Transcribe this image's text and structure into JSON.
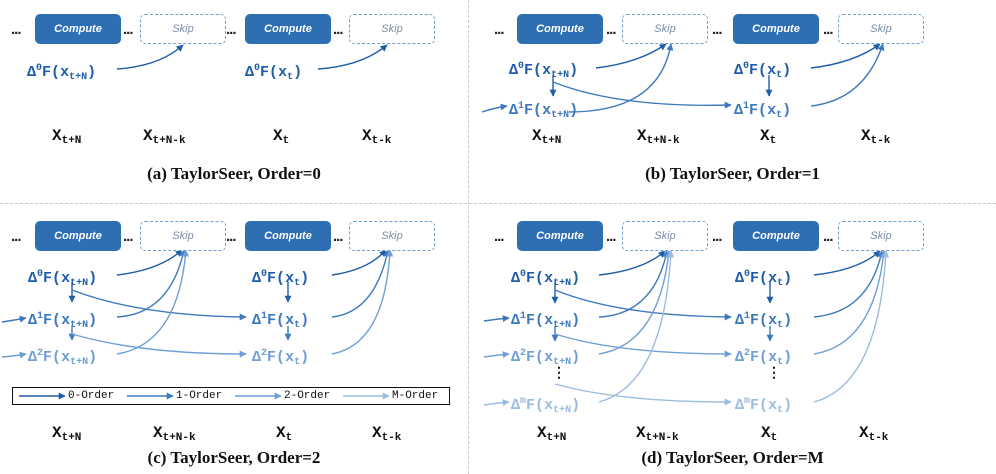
{
  "labels": {
    "compute": "Compute",
    "skip": "Skip",
    "ellipsis": "...",
    "vertical_ellipsis": "⋮"
  },
  "symbols": {
    "delta": "Δ",
    "F": "F",
    "open": "(",
    "x": "x",
    "close": ")",
    "X": "X"
  },
  "orders": {
    "o0": "0",
    "o1": "1",
    "o2": "2",
    "oM": "m"
  },
  "subscripts": {
    "t_plus_n": "t+N",
    "t": "t",
    "t_plus_n_minus_k": "t+N-k",
    "t_minus_k": "t-k"
  },
  "captions": {
    "a": "(a) TaylorSeer, Order=0",
    "b": "(b) TaylorSeer, Order=1",
    "c": "(c) TaylorSeer, Order=2",
    "d": "(d) TaylorSeer, Order=M"
  },
  "legend": [
    {
      "label": "0-Order",
      "color": "#1f5da8"
    },
    {
      "label": "1-Order",
      "color": "#3d79bd"
    },
    {
      "label": "2-Order",
      "color": "#6f9fd4"
    },
    {
      "label": "M-Order",
      "color": "#9cbbe0"
    }
  ],
  "colors": {
    "compute_fill": "#2e6fb4",
    "skip_border": "#6e9fd1",
    "order0": "#1f5da8",
    "order1": "#3d79bd",
    "order2": "#6f9fd4",
    "orderM": "#9cbbe0"
  }
}
